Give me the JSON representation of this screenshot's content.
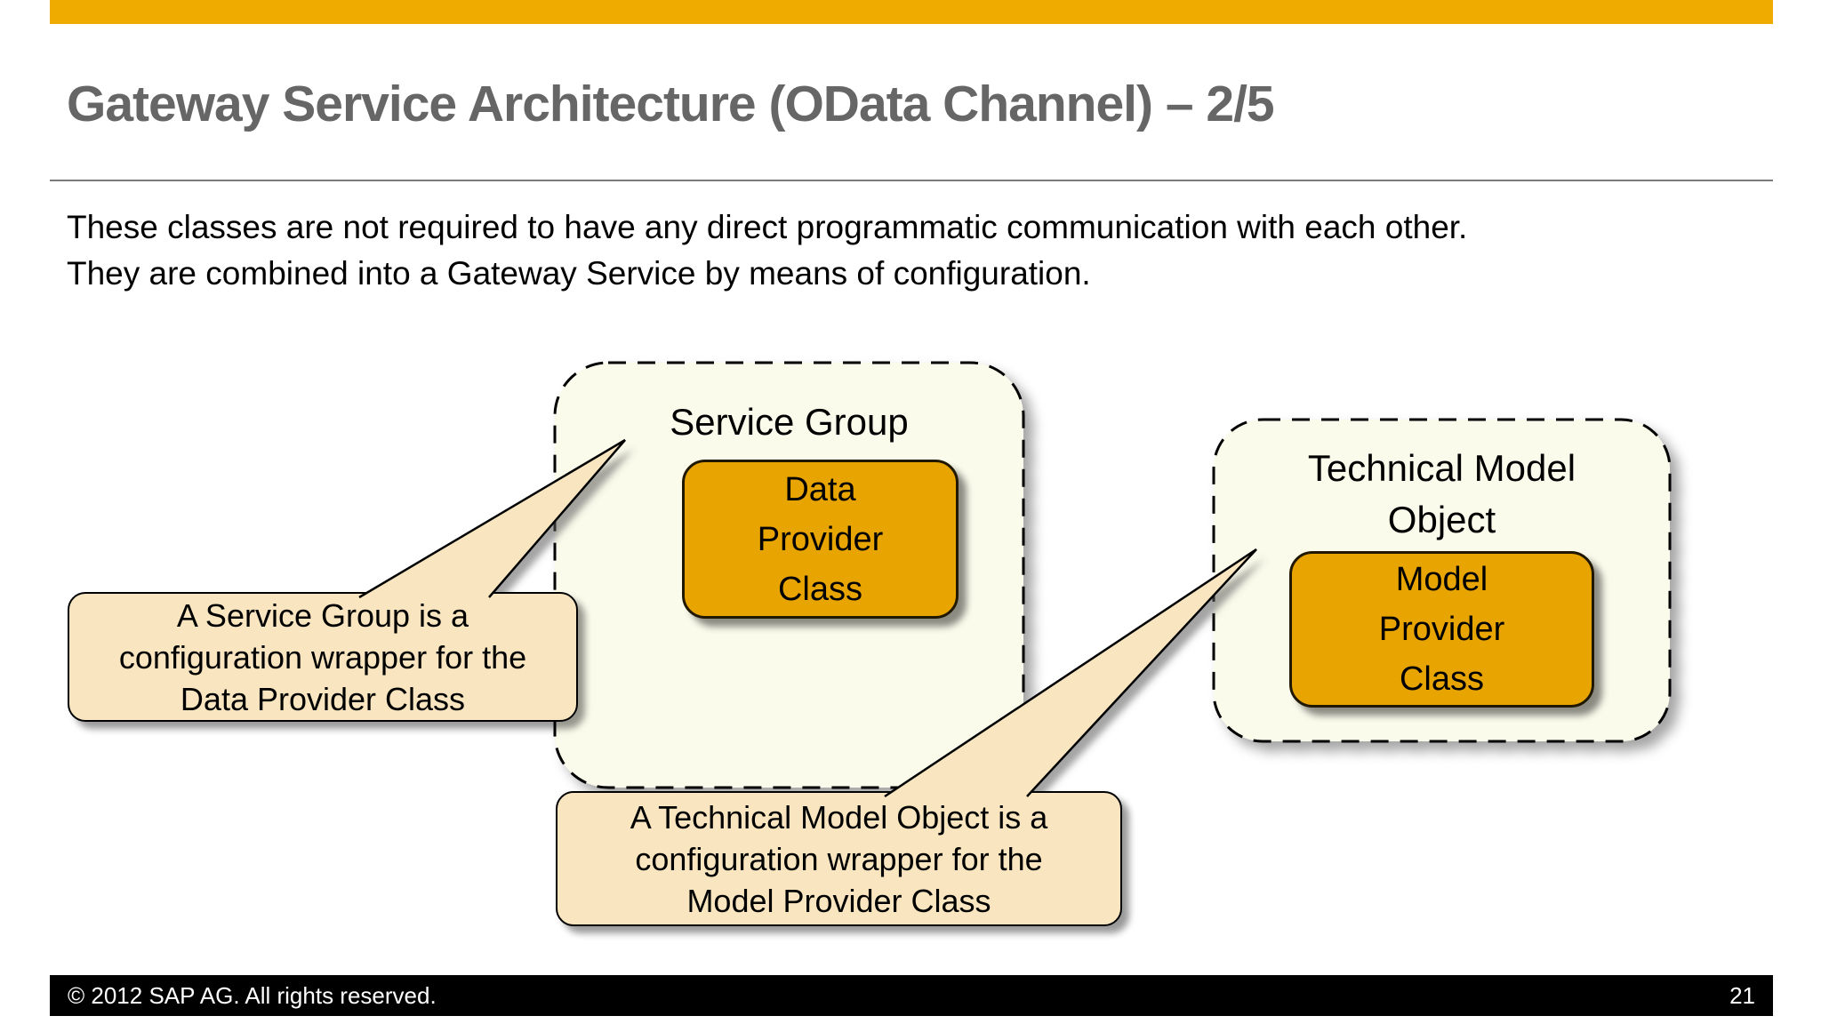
{
  "page": {
    "title": "Gateway Service Architecture (OData Channel) – 2/5",
    "intro": "These classes are not required to have any direct programmatic communication with each other.\nThey are combined into a Gateway Service by means of configuration."
  },
  "diagram": {
    "service_group": {
      "label": "Service Group",
      "provider_class": "Data\nProvider\nClass",
      "callout": "A Service Group is a\nconfiguration wrapper for the\nData Provider Class"
    },
    "technical_model_object": {
      "label": "Technical Model\nObject",
      "provider_class": "Model\nProvider\nClass",
      "callout": "A Technical Model Object is a\nconfiguration wrapper for the\nModel Provider Class"
    }
  },
  "footer": {
    "copyright": "©  2012 SAP AG. All rights reserved.",
    "page_number": "21"
  },
  "colors": {
    "brand_bar": "#F0AB00",
    "provider_box": "#E8A400",
    "container_fill": "#FBFBEC",
    "callout_fill": "#F9E6C0",
    "title_text": "#666666",
    "footer_bg": "#000000"
  }
}
